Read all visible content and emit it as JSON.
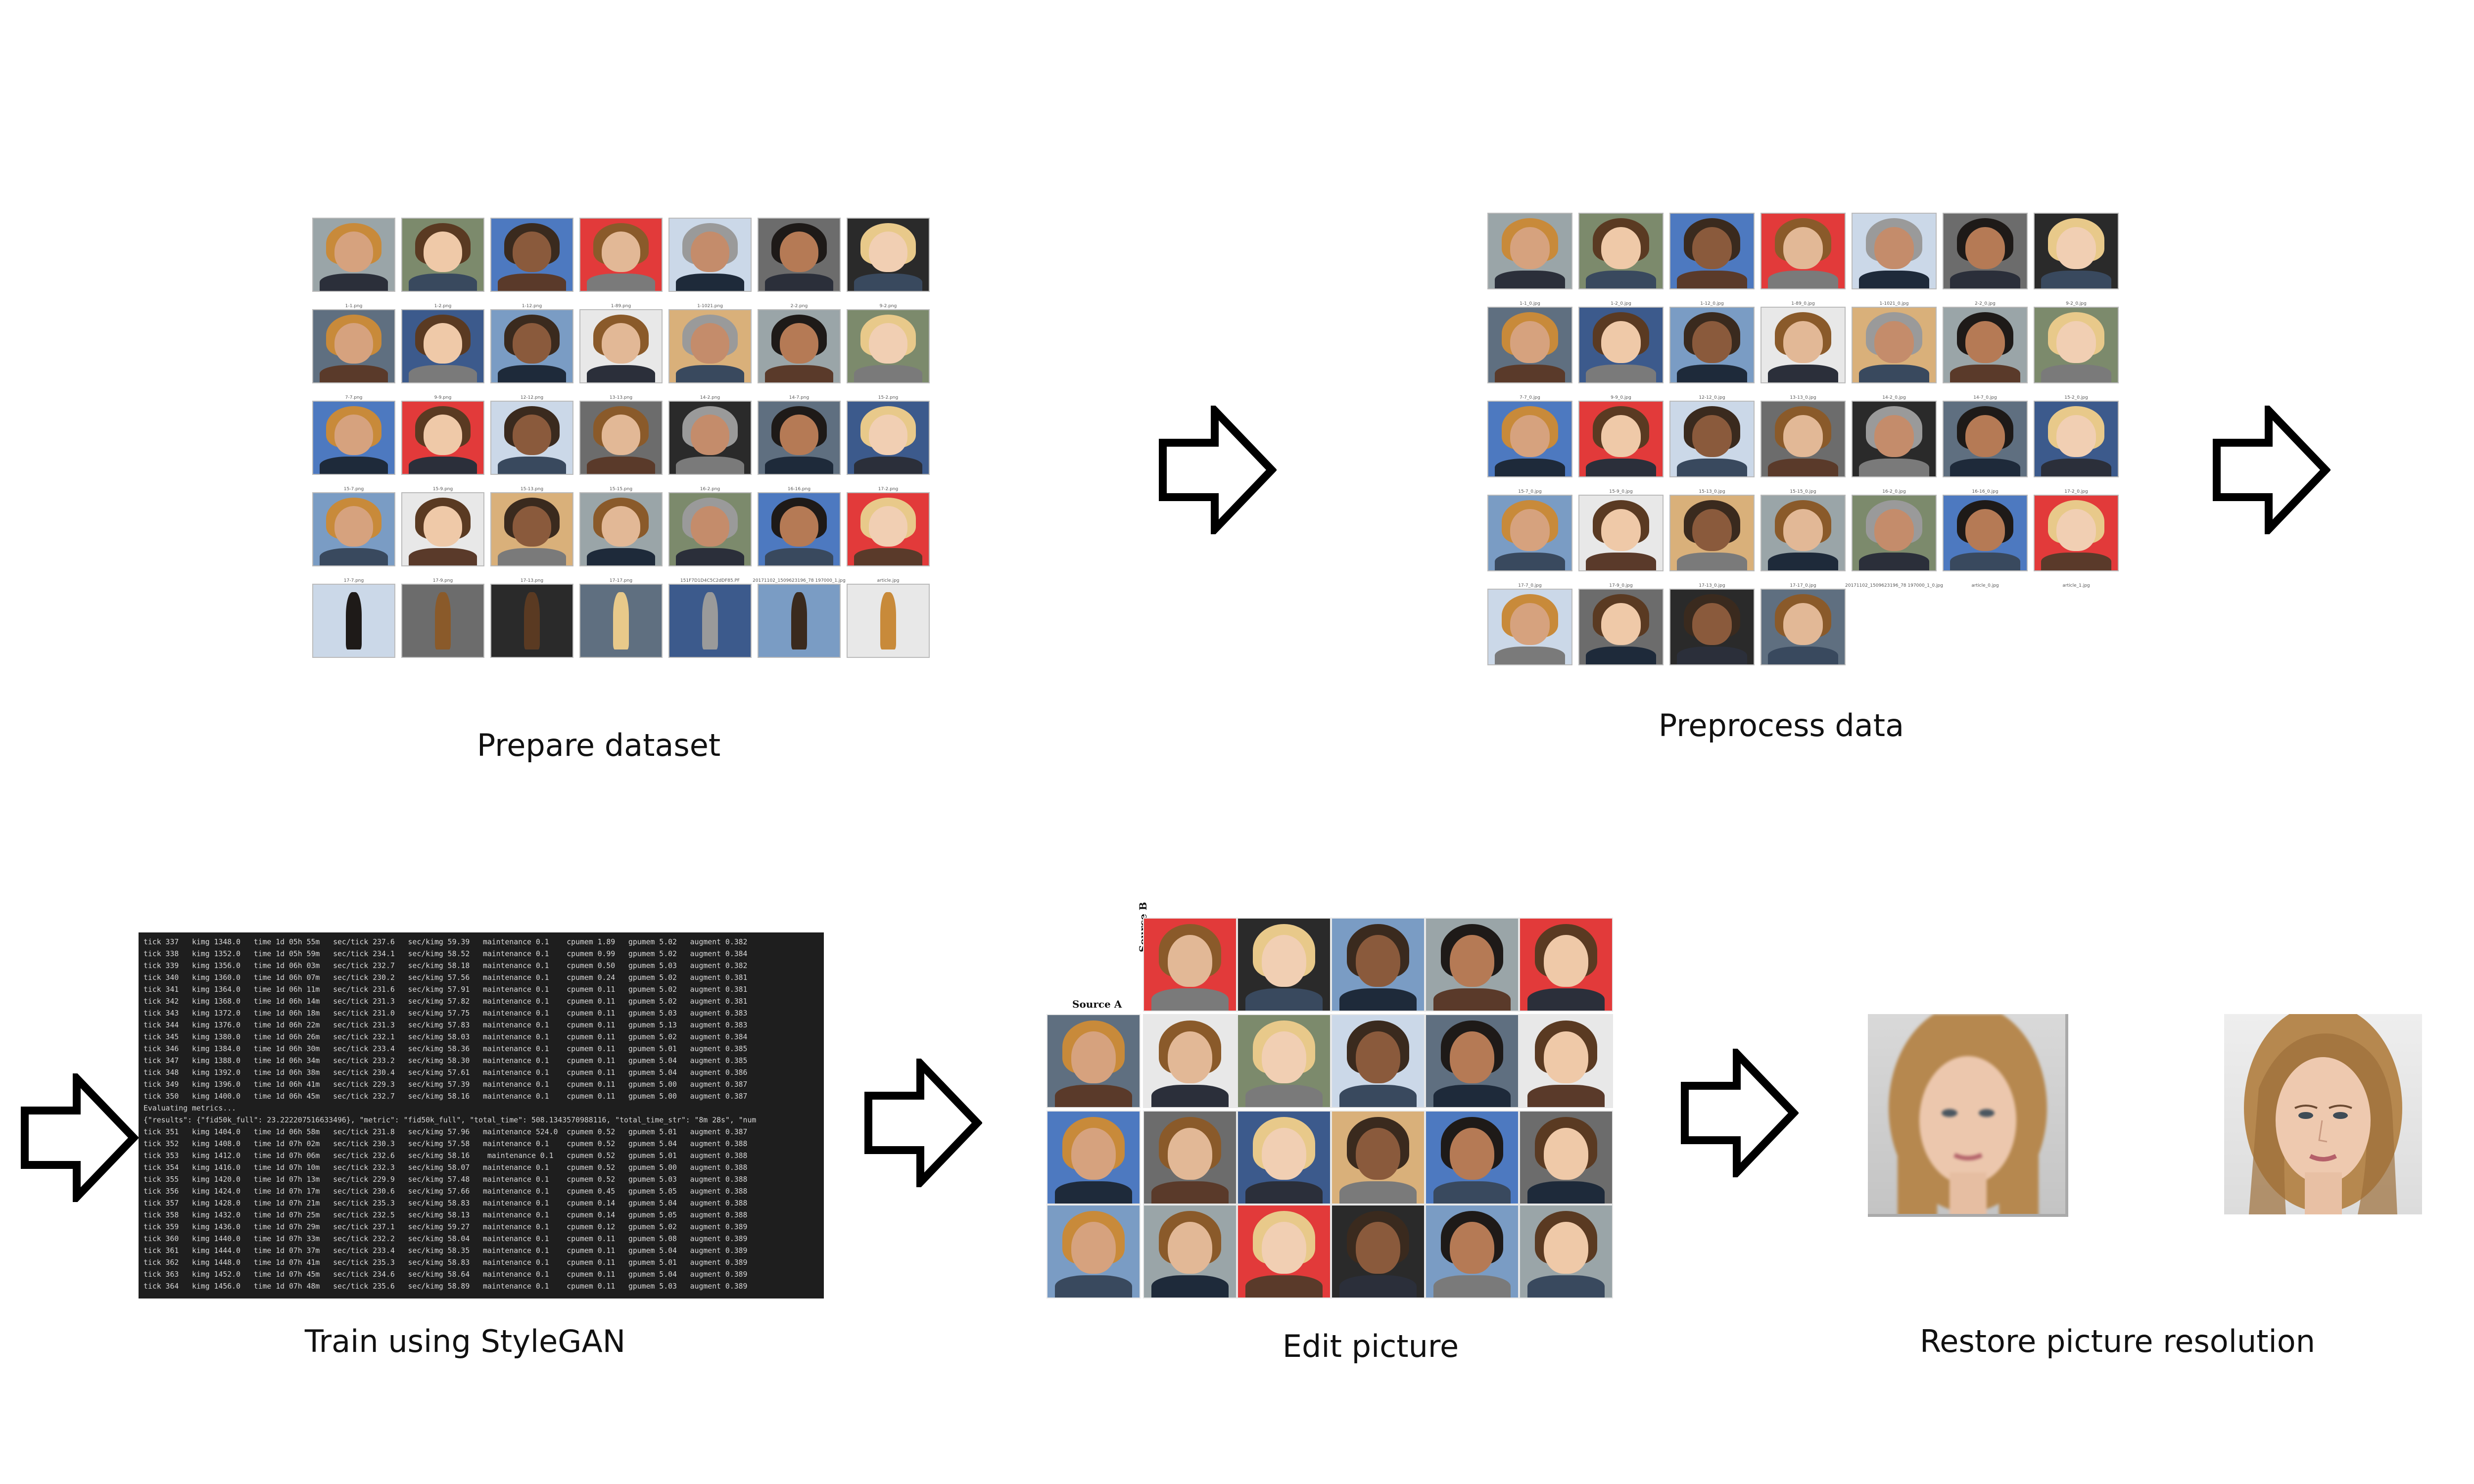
{
  "steps": {
    "prepare": "Prepare dataset",
    "preprocess": "Preprocess data",
    "train": "Train using StyleGAN",
    "edit": "Edit picture",
    "restore": "Restore picture resolution"
  },
  "prepare_captions": [
    "1-1.png",
    "1-2.png",
    "1-12.png",
    "1-89.png",
    "1-1021.png",
    "2-2.png",
    "9-2.png",
    "7-7.png",
    "9-9.png",
    "12-12.png",
    "13-13.png",
    "14-2.png",
    "14-7.png",
    "15-2.png",
    "15-7.png",
    "15-9.png",
    "15-13.png",
    "15-15.png",
    "16-2.png",
    "16-16.png",
    "17-2.png",
    "17-7.png",
    "17-9.png",
    "17-13.png",
    "17-17.png",
    "151F7D1D4C5C2dDF85.PF",
    "20171102_1509623196_78 197000_1.jpg",
    "article.jpg",
    "",
    "",
    "",
    "",
    "",
    "",
    ""
  ],
  "preprocess_captions": [
    "1-1_0.jpg",
    "1-2_0.jpg",
    "1-12_0.jpg",
    "1-89_0.jpg",
    "1-1021_0.jpg",
    "2-2_0.jpg",
    "9-2_0.jpg",
    "7-7_0.jpg",
    "9-9_0.jpg",
    "12-12_0.jpg",
    "13-13_0.jpg",
    "14-2_0.jpg",
    "14-7_0.jpg",
    "15-2_0.jpg",
    "15-7_0.jpg",
    "15-9_0.jpg",
    "15-13_0.jpg",
    "15-15_0.jpg",
    "16-2_0.jpg",
    "16-16_0.jpg",
    "17-2_0.jpg",
    "17-7_0.jpg",
    "17-9_0.jpg",
    "17-13_0.jpg",
    "17-17_0.jpg",
    "20171102_1509623196_78 197000_1_0.jpg",
    "article_0.jpg",
    "article_1.jpg",
    "",
    "",
    "",
    ""
  ],
  "terminal_lines": [
    "tick 337   kimg 1348.0   time 1d 05h 55m   sec/tick 237.6   sec/kimg 59.39   maintenance 0.1    cpumem 1.89   gpumem 5.02   augment 0.382",
    "tick 338   kimg 1352.0   time 1d 05h 59m   sec/tick 234.1   sec/kimg 58.52   maintenance 0.1    cpumem 0.99   gpumem 5.02   augment 0.384",
    "tick 339   kimg 1356.0   time 1d 06h 03m   sec/tick 232.7   sec/kimg 58.18   maintenance 0.1    cpumem 0.50   gpumem 5.03   augment 0.382",
    "tick 340   kimg 1360.0   time 1d 06h 07m   sec/tick 230.2   sec/kimg 57.56   maintenance 0.1    cpumem 0.24   gpumem 5.02   augment 0.381",
    "tick 341   kimg 1364.0   time 1d 06h 11m   sec/tick 231.6   sec/kimg 57.91   maintenance 0.1    cpumem 0.11   gpumem 5.02   augment 0.381",
    "tick 342   kimg 1368.0   time 1d 06h 14m   sec/tick 231.3   sec/kimg 57.82   maintenance 0.1    cpumem 0.11   gpumem 5.02   augment 0.381",
    "tick 343   kimg 1372.0   time 1d 06h 18m   sec/tick 231.0   sec/kimg 57.75   maintenance 0.1    cpumem 0.11   gpumem 5.03   augment 0.383",
    "tick 344   kimg 1376.0   time 1d 06h 22m   sec/tick 231.3   sec/kimg 57.83   maintenance 0.1    cpumem 0.11   gpumem 5.13   augment 0.383",
    "tick 345   kimg 1380.0   time 1d 06h 26m   sec/tick 232.1   sec/kimg 58.03   maintenance 0.1    cpumem 0.11   gpumem 5.02   augment 0.384",
    "tick 346   kimg 1384.0   time 1d 06h 30m   sec/tick 233.4   sec/kimg 58.36   maintenance 0.1    cpumem 0.11   gpumem 5.01   augment 0.385",
    "tick 347   kimg 1388.0   time 1d 06h 34m   sec/tick 233.2   sec/kimg 58.30   maintenance 0.1    cpumem 0.11   gpumem 5.04   augment 0.385",
    "tick 348   kimg 1392.0   time 1d 06h 38m   sec/tick 230.4   sec/kimg 57.61   maintenance 0.1    cpumem 0.11   gpumem 5.04   augment 0.386",
    "tick 349   kimg 1396.0   time 1d 06h 41m   sec/tick 229.3   sec/kimg 57.39   maintenance 0.1    cpumem 0.11   gpumem 5.00   augment 0.387",
    "tick 350   kimg 1400.0   time 1d 06h 45m   sec/tick 232.7   sec/kimg 58.16   maintenance 0.1    cpumem 0.11   gpumem 5.00   augment 0.387",
    "Evaluating metrics...",
    "{\"results\": {\"fid50k_full\": 23.222207516633496}, \"metric\": \"fid50k_full\", \"total_time\": 508.1343570988116, \"total_time_str\": \"8m 28s\", \"num",
    "tick 351   kimg 1404.0   time 1d 06h 58m   sec/tick 231.8   sec/kimg 57.96   maintenance 524.0  cpumem 0.52   gpumem 5.01   augment 0.387",
    "tick 352   kimg 1408.0   time 1d 07h 02m   sec/tick 230.3   sec/kimg 57.58   maintenance 0.1    cpumem 0.52   gpumem 5.04   augment 0.388",
    "tick 353   kimg 1412.0   time 1d 07h 06m   sec/tick 232.6   sec/kimg 58.16    maintenance 0.1   cpumem 0.52   gpumem 5.01   augment 0.388",
    "tick 354   kimg 1416.0   time 1d 07h 10m   sec/tick 232.3   sec/kimg 58.07   maintenance 0.1    cpumem 0.52   gpumem 5.00   augment 0.388",
    "tick 355   kimg 1420.0   time 1d 07h 13m   sec/tick 229.9   sec/kimg 57.48   maintenance 0.1    cpumem 0.52   gpumem 5.03   augment 0.388",
    "tick 356   kimg 1424.0   time 1d 07h 17m   sec/tick 230.6   sec/kimg 57.66   maintenance 0.1    cpumem 0.45   gpumem 5.05   augment 0.388",
    "tick 357   kimg 1428.0   time 1d 07h 21m   sec/tick 235.3   sec/kimg 58.83   maintenance 0.1    cpumem 0.14   gpumem 5.04   augment 0.388",
    "tick 358   kimg 1432.0   time 1d 07h 25m   sec/tick 232.5   sec/kimg 58.13   maintenance 0.1    cpumem 0.14   gpumem 5.05   augment 0.388",
    "tick 359   kimg 1436.0   time 1d 07h 29m   sec/tick 237.1   sec/kimg 59.27   maintenance 0.1    cpumem 0.12   gpumem 5.02   augment 0.389",
    "tick 360   kimg 1440.0   time 1d 07h 33m   sec/tick 232.2   sec/kimg 58.04   maintenance 0.1    cpumem 0.11   gpumem 5.08   augment 0.389",
    "tick 361   kimg 1444.0   time 1d 07h 37m   sec/tick 233.4   sec/kimg 58.35   maintenance 0.1    cpumem 0.11   gpumem 5.04   augment 0.389",
    "tick 362   kimg 1448.0   time 1d 07h 41m   sec/tick 235.3   sec/kimg 58.83   maintenance 0.1    cpumem 0.11   gpumem 5.01   augment 0.389",
    "tick 363   kimg 1452.0   time 1d 07h 45m   sec/tick 234.6   sec/kimg 58.64   maintenance 0.1    cpumem 0.11   gpumem 5.04   augment 0.389",
    "tick 364   kimg 1456.0   time 1d 07h 48m   sec/tick 235.6   sec/kimg 58.89   maintenance 0.1    cpumem 0.11   gpumem 5.03   augment 0.389"
  ],
  "edit": {
    "source_a": "Source A",
    "source_b": "Source B"
  },
  "palette": {
    "skin": [
      "#e2b896",
      "#d6a27e",
      "#c48c6b",
      "#efc9a8",
      "#b57a55",
      "#8a5a3c",
      "#f1cfb3"
    ],
    "bg": [
      "#7a9cc4",
      "#4d79c0",
      "#5f6f80",
      "#9aa5a8",
      "#6c6c6c",
      "#e8e8e8",
      "#e23a3a",
      "#3c5a8c",
      "#7c8a6c",
      "#2a2a2a",
      "#d9b07a",
      "#cbd8e8"
    ],
    "hair": [
      "#3a2a1e",
      "#c88a3a",
      "#1e1a18",
      "#8a5a2a",
      "#5a3a22",
      "#e8c98a",
      "#9a9a9a"
    ]
  }
}
